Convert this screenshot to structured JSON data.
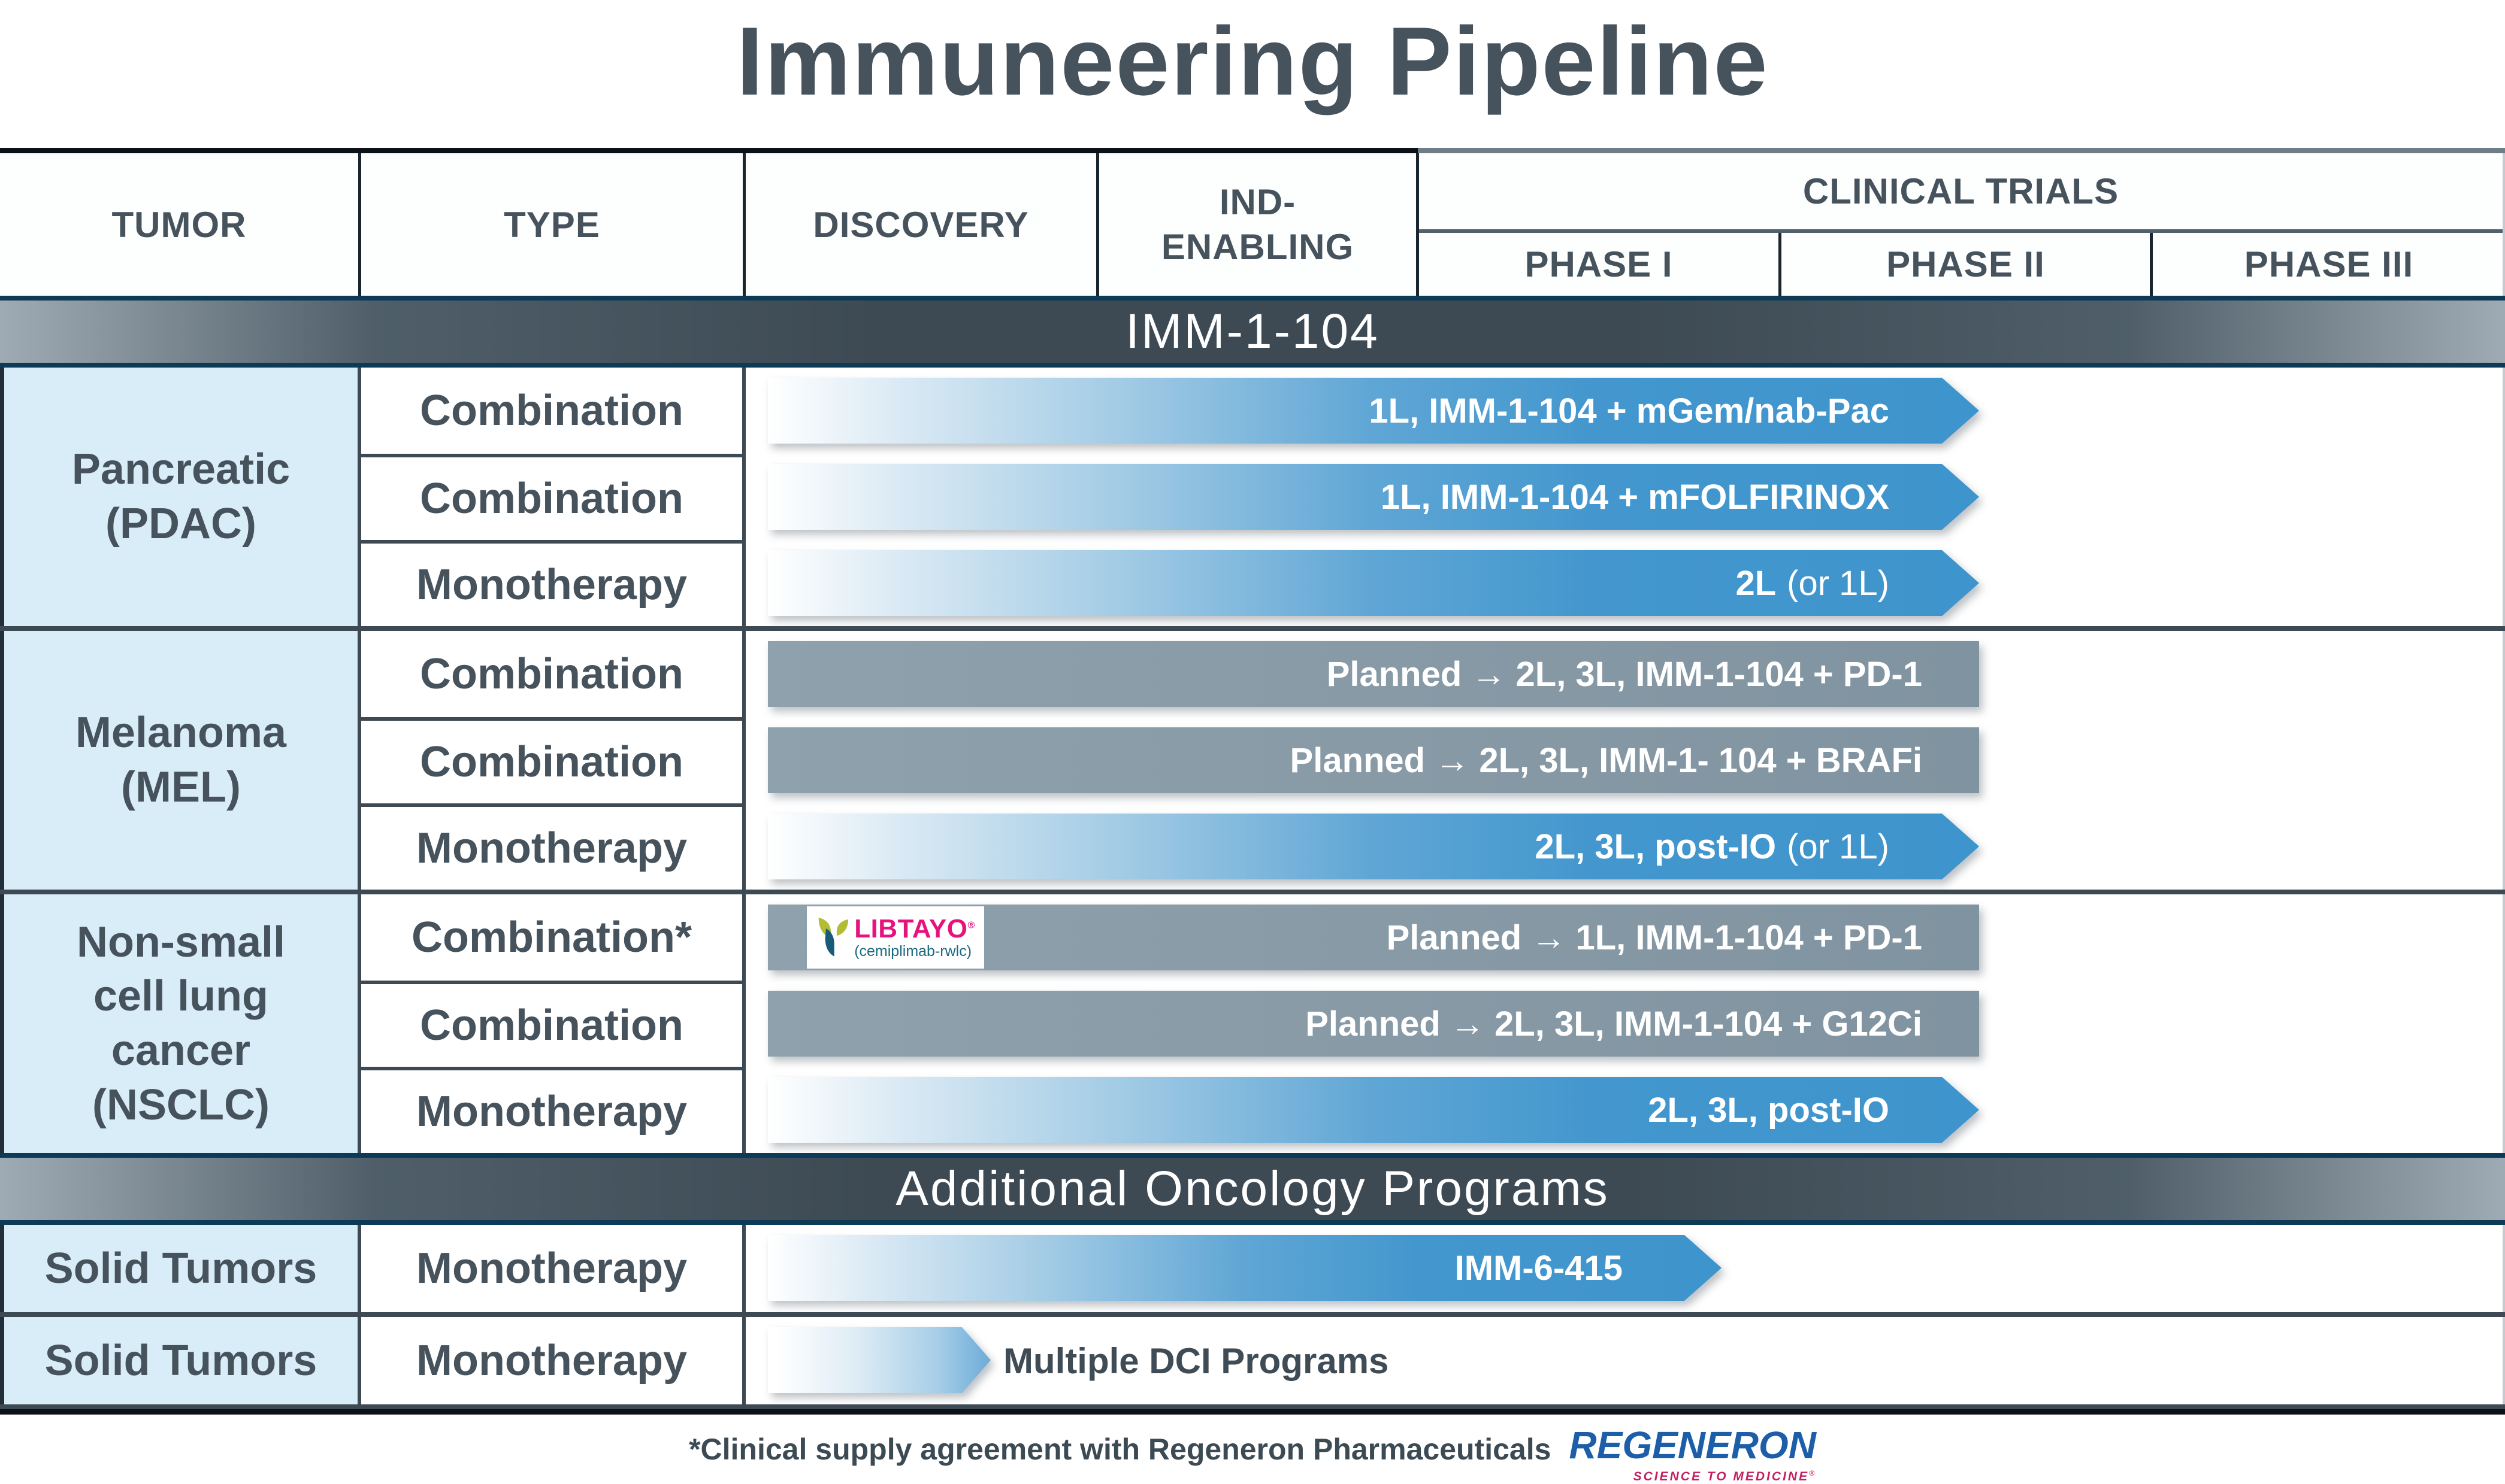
{
  "title": "Immuneering Pipeline",
  "header": {
    "tumor": "TUMOR",
    "type": "TYPE",
    "discovery": "DISCOVERY",
    "ind_line1": "IND-",
    "ind_line2": "ENABLING",
    "clinical_trials": "CLINICAL TRIALS",
    "phase1": "PHASE I",
    "phase2": "PHASE II",
    "phase3": "PHASE III"
  },
  "bands": {
    "imm": "IMM-1-104",
    "additional": "Additional Oncology Programs"
  },
  "groups": [
    {
      "tumor_lines": [
        "Pancreatic",
        "(PDAC)"
      ],
      "rows": [
        {
          "type": "Combination",
          "bar": "blue-arrow",
          "ends_at": "Phase II",
          "label": "1L, IMM-1-104 + mGem/nab-Pac"
        },
        {
          "type": "Combination",
          "bar": "blue-arrow",
          "ends_at": "Phase II",
          "label": "1L,  IMM-1-104 + mFOLFIRINOX"
        },
        {
          "type": "Monotherapy",
          "bar": "blue-arrow",
          "ends_at": "Phase II",
          "label_bold": "2L",
          "label_light": "(or 1L)"
        }
      ]
    },
    {
      "tumor_lines": [
        "Melanoma",
        "(MEL)"
      ],
      "rows": [
        {
          "type": "Combination",
          "bar": "gray-planned",
          "ends_at": "Phase II",
          "label": "Planned → 2L, 3L, IMM-1-104 + PD-1"
        },
        {
          "type": "Combination",
          "bar": "gray-planned",
          "ends_at": "Phase II",
          "label": "Planned → 2L, 3L, IMM-1- 104 + BRAFi"
        },
        {
          "type": "Monotherapy",
          "bar": "blue-arrow",
          "ends_at": "Phase II",
          "label_bold": "2L, 3L, post-IO",
          "label_light": "(or 1L)"
        }
      ]
    },
    {
      "tumor_lines": [
        "Non-small",
        "cell lung",
        "cancer",
        "(NSCLC)"
      ],
      "rows": [
        {
          "type": "Combination*",
          "bar": "gray-planned",
          "ends_at": "Phase II",
          "label": "Planned → 1L, IMM-1-104 + PD-1"
        },
        {
          "type": "Combination",
          "bar": "gray-planned",
          "ends_at": "Phase II",
          "label": "Planned → 2L, 3L, IMM-1-104 + G12Ci"
        },
        {
          "type": "Monotherapy",
          "bar": "blue-arrow",
          "ends_at": "Phase II",
          "label_bold": "2L, 3L, post-IO"
        }
      ]
    }
  ],
  "libtayo": {
    "brand": "LIBTAYO",
    "reg": "®",
    "generic": "(cemiplimab-rwlc)"
  },
  "additional_rows": [
    {
      "tumor": "Solid Tumors",
      "type": "Monotherapy",
      "bar": "blue-arrow",
      "ends_at": "Phase I",
      "label": "IMM-6-415"
    },
    {
      "tumor": "Solid Tumors",
      "type": "Monotherapy",
      "bar": "blue-arrow-short",
      "ends_at": "Discovery",
      "label": "Multiple DCI Programs"
    }
  ],
  "footer": {
    "note": "*Clinical supply agreement with Regeneron Pharmaceuticals",
    "logo": "REGENERON",
    "tagline": "SCIENCE TO MEDICINE",
    "reg": "®"
  },
  "colors": {
    "accent_blue": "#3e94cc",
    "planned_gray": "#8294a0",
    "band_dark": "#3d4a54",
    "band_navy_border": "#0d3a57",
    "tumor_cell_blue": "#d9edf8",
    "text_dark": "#46525c",
    "libtayo_pink": "#e6137e",
    "libtayo_teal": "#1a6a80",
    "regeneron_blue": "#1c5fa8",
    "regeneron_pink": "#c51f5d"
  }
}
